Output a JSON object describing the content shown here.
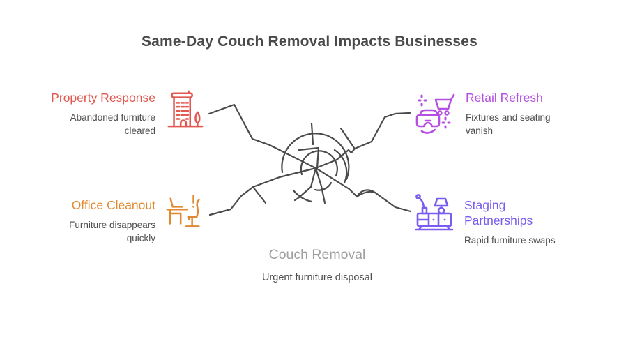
{
  "title": "Same-Day Couch Removal Impacts Businesses",
  "center": {
    "label": "Couch Removal",
    "sublabel": "Urgent furniture disposal"
  },
  "nodes": {
    "property": {
      "title": "Property Response",
      "subtitle": "Abandoned furniture cleared",
      "color": "#e2574f",
      "icon": "building-icon"
    },
    "retail": {
      "title": "Retail Refresh",
      "subtitle": "Fixtures and seating vanish",
      "color": "#b44fe2",
      "icon": "vr-shopping-cart-icon"
    },
    "office": {
      "title": "Office Cleanout",
      "subtitle": "Furniture disappears quickly",
      "color": "#e0892e",
      "icon": "desk-chair-icon"
    },
    "staging": {
      "title": "Staging Partnerships",
      "subtitle": "Rapid furniture swaps",
      "color": "#7a5df0",
      "icon": "sideboard-lamp-icon"
    }
  },
  "colors": {
    "sketch_line": "#4a4a4a",
    "title_text": "#4a4a4a",
    "body_text": "#4d4d4d",
    "center_label": "#9e9e9e"
  }
}
